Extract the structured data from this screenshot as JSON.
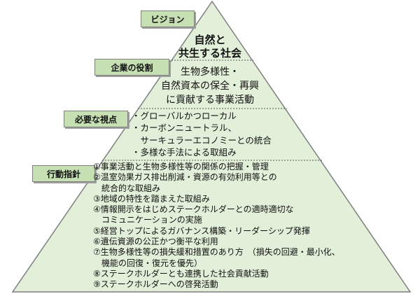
{
  "diagram": {
    "colors": {
      "fill": "#e2efd9",
      "stroke": "#7f7f7f",
      "tag": "#c6e0b4"
    },
    "vision": {
      "label": "ビジョン",
      "lines": [
        "自然と",
        "共生する社会"
      ]
    },
    "role": {
      "label": "企業の役割",
      "lines": [
        "生物多様性・",
        "自然資本の保全・再興",
        "に貢献する事業活動"
      ]
    },
    "viewpoint": {
      "label": "必要な視点",
      "lines": [
        "・グローバルかつローカル",
        "・カーボンニュートラル、",
        "　サーキュラーエコノミーとの統合",
        "・多様な手法による取組み"
      ]
    },
    "action": {
      "label": "行動指針",
      "lines": [
        "①事業活動と生物多様性等の関係の把握・管理",
        "②温室効果ガス排出削減・資源の有効利用等との",
        "　統合的な取組み",
        "③地域の特性を踏まえた取組み",
        "④情報開示をはじめステークホルダーとの適時適切な",
        "　コミュニケーションの実施",
        "⑤経営トップによるガバナンス構築・リーダーシップ発揮",
        "⑥遺伝資源の公正かつ衡平な利用",
        "⑦生物多様性等の損失緩和措置のあり方　（損失の回避・最小化、",
        "　機能の回復・復元を優先）",
        "⑧ステークホルダーとも連携した社会貢献活動",
        "⑨ステークホルダーへの啓発活動"
      ]
    }
  }
}
